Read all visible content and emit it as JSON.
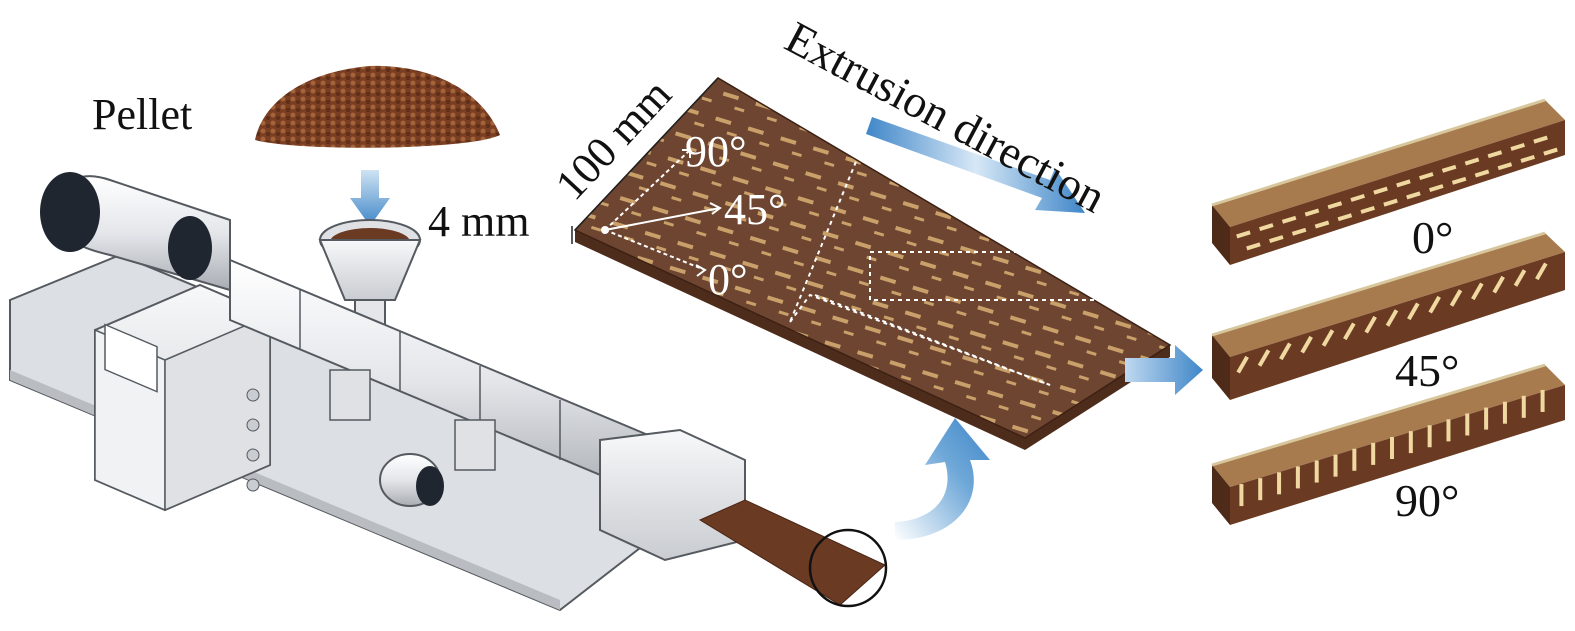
{
  "labels": {
    "pellet": "Pellet",
    "thickness": "4 mm",
    "width": "100 mm",
    "extrusion_direction": "Extrusion direction",
    "plate_angle_90": "90°",
    "plate_angle_45": "45°",
    "plate_angle_0": "0°",
    "strip_0": "0°",
    "strip_45": "45°",
    "strip_90": "90°"
  },
  "colors": {
    "plate": "#6e4530",
    "plate_fiber": "#c9a06a",
    "strip_top": "#a87b4f",
    "strip_side": "#6a3b22",
    "strip_edge": "#c8b48a",
    "fiber": "#f0d9a0",
    "arrow": "#4a8fcd",
    "machine": "#e9ebee",
    "machine_shadow": "#b9bcc1",
    "machine_line": "#555a60",
    "motor": "#1f2630",
    "extrudate": "#6b3a22",
    "pellets": "#8a4c2a"
  },
  "icons": [
    "pellet-pile",
    "extruder-machine",
    "composite-plate",
    "flow-arrow",
    "curved-arrow",
    "specimen-strip"
  ]
}
